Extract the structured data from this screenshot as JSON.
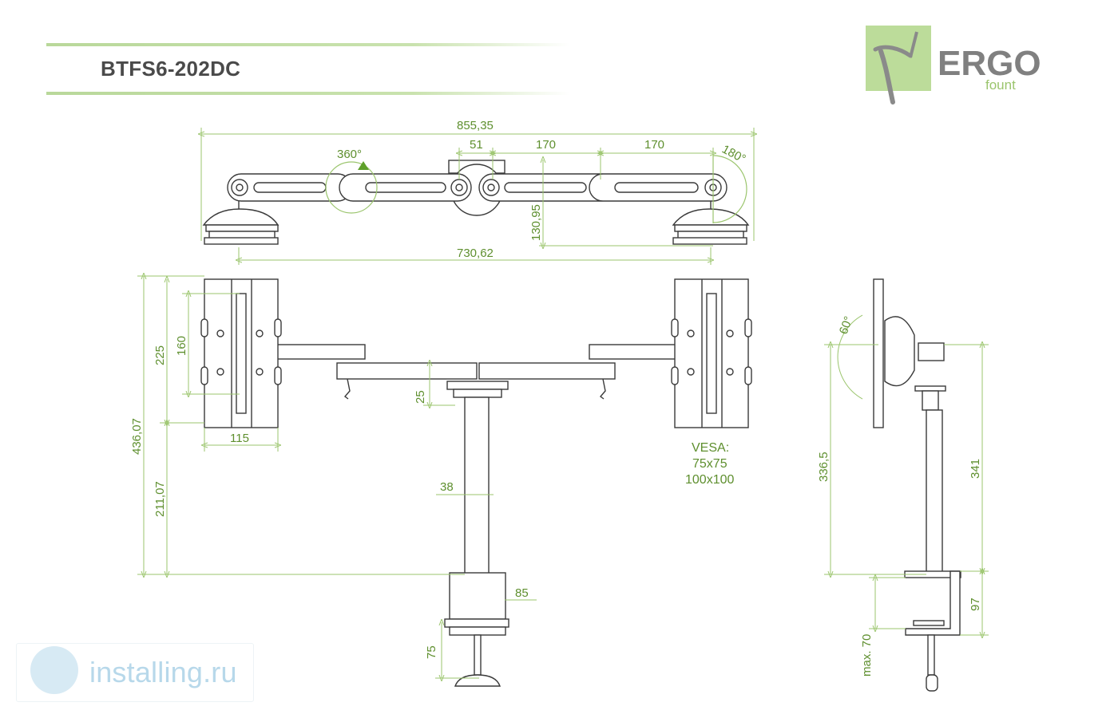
{
  "title": "BTFS6-202DC",
  "logo": {
    "brand": "ERGO",
    "sub": "fount",
    "color_bg": "#bcdc9a",
    "color_text": "#808080"
  },
  "watermark": {
    "text": "installing.ru"
  },
  "dims": {
    "total_width": "855,35",
    "seg_51": "51",
    "seg_170_a": "170",
    "seg_170_b": "170",
    "rot_360": "360°",
    "rot_180": "180°",
    "height_top": "130,95",
    "span_730": "730,62",
    "h_225": "225",
    "h_160": "160",
    "h_436": "436,07",
    "h_211": "211,07",
    "w_115": "115",
    "h_25": "25",
    "w_38": "38",
    "w_85": "85",
    "h_75": "75",
    "tilt_60": "60°",
    "h_336": "336,5",
    "h_341": "341",
    "h_97": "97",
    "max_70": "max. 70"
  },
  "vesa": {
    "label": "VESA:",
    "size1": "75x75",
    "size2": "100x100"
  },
  "colors": {
    "line": "#3a3a3a",
    "dimension": "#9bc56d",
    "dim_text": "#5e8f2e"
  }
}
